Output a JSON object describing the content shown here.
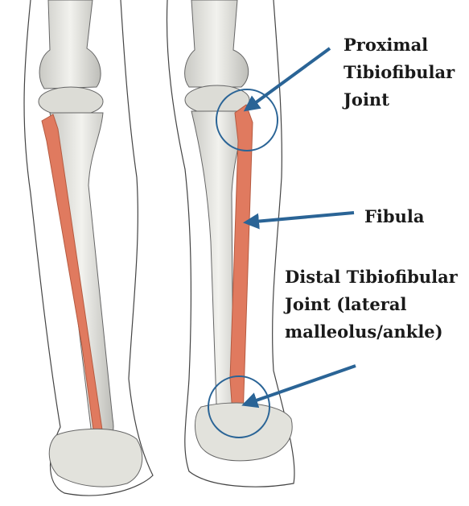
{
  "labels": {
    "proximal": [
      "Proximal",
      "Tibiofibular",
      "Joint"
    ],
    "fibula": "Fibula",
    "distal": [
      "Distal Tibiofibular",
      "Joint (lateral",
      "malleolus/ankle)"
    ]
  },
  "colors": {
    "fibula_highlight": "#e07a5f",
    "arrow": "#2a6496",
    "circle": "#2a6496",
    "bone": "#e9e9e4",
    "outline": "#555555"
  }
}
